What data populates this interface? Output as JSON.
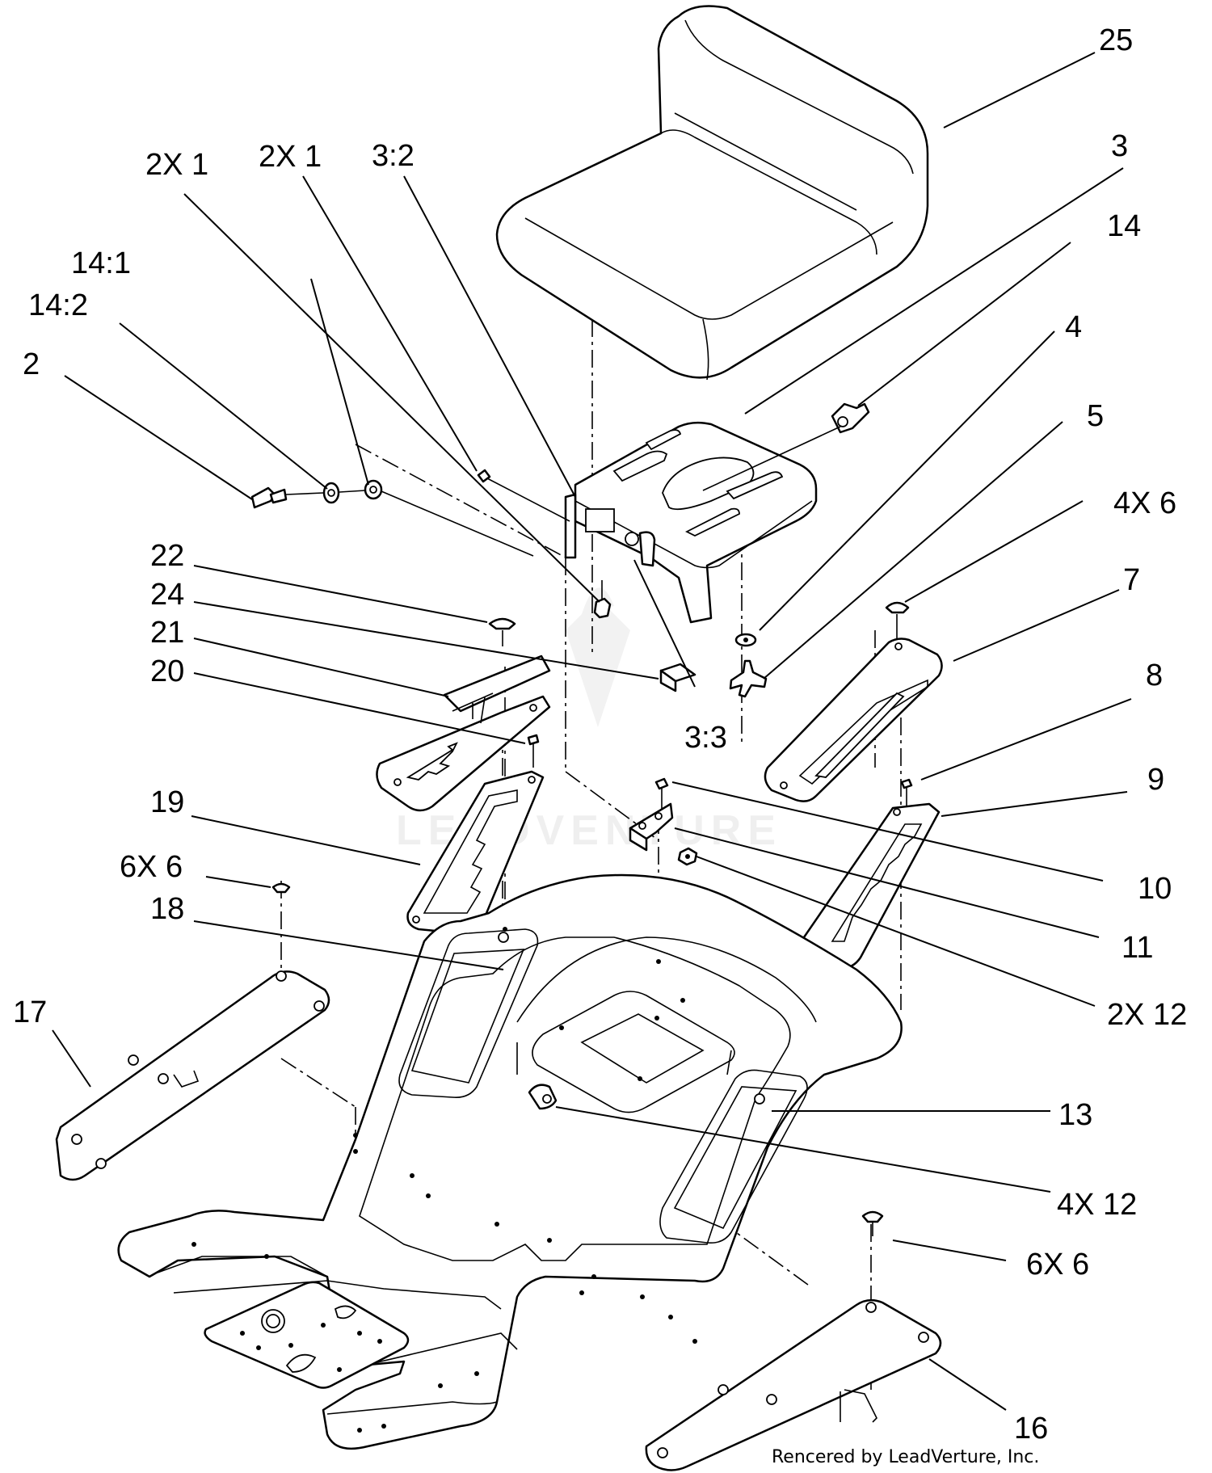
{
  "callouts": [
    {
      "id": "c25",
      "text": "25"
    },
    {
      "id": "c2x1a",
      "text": "2X 1"
    },
    {
      "id": "c2x1b",
      "text": "2X 1"
    },
    {
      "id": "c3_2",
      "text": "3:2"
    },
    {
      "id": "c3",
      "text": "3"
    },
    {
      "id": "c14",
      "text": "14"
    },
    {
      "id": "c14_1",
      "text": "14:1"
    },
    {
      "id": "c14_2",
      "text": "14:2"
    },
    {
      "id": "c2",
      "text": "2"
    },
    {
      "id": "c4",
      "text": "4"
    },
    {
      "id": "c5",
      "text": "5"
    },
    {
      "id": "c4x6",
      "text": "4X 6"
    },
    {
      "id": "c22",
      "text": "22"
    },
    {
      "id": "c24",
      "text": "24"
    },
    {
      "id": "c21",
      "text": "21"
    },
    {
      "id": "c20",
      "text": "20"
    },
    {
      "id": "c7",
      "text": "7"
    },
    {
      "id": "c8",
      "text": "8"
    },
    {
      "id": "c3_3",
      "text": "3:3"
    },
    {
      "id": "c9",
      "text": "9"
    },
    {
      "id": "c19",
      "text": "19"
    },
    {
      "id": "c10",
      "text": "10"
    },
    {
      "id": "c6x6a",
      "text": "6X 6"
    },
    {
      "id": "c11",
      "text": "11"
    },
    {
      "id": "c18",
      "text": "18"
    },
    {
      "id": "c2x12",
      "text": "2X 12"
    },
    {
      "id": "c17",
      "text": "17"
    },
    {
      "id": "c13",
      "text": "13"
    },
    {
      "id": "c4x12",
      "text": "4X 12"
    },
    {
      "id": "c6x6b",
      "text": "6X 6"
    },
    {
      "id": "c16",
      "text": "16"
    }
  ],
  "credit": "Rencered by LeadVerture, Inc.",
  "watermark": "LEADVENTURE"
}
